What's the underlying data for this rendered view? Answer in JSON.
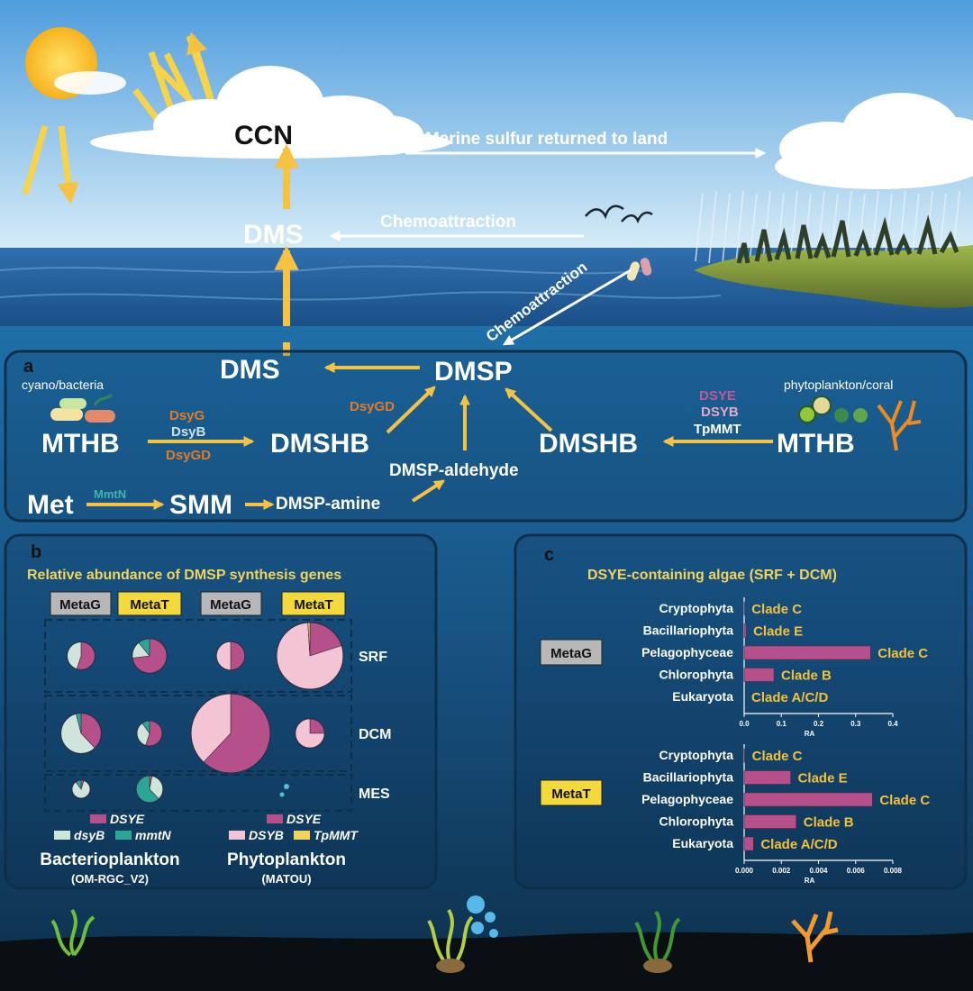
{
  "sky": {
    "ccn": "CCN",
    "dms_air": "DMS",
    "marine_sulfur": "Marine sulfur returned to land",
    "chemo_horizontal": "Chemoattraction",
    "chemo_diagonal": "Chemoattraction"
  },
  "panel_a": {
    "letter": "a",
    "left_group": "cyano/bacteria",
    "right_group": "phytoplankton/coral",
    "dms": "DMS",
    "dmsp": "DMSP",
    "mthb_left": "MTHB",
    "dmshb_left": "DMSHB",
    "dmshb_right": "DMSHB",
    "mthb_right": "MTHB",
    "dmsp_aldehyde": "DMSP-aldehyde",
    "met": "Met",
    "smm": "SMM",
    "dmsp_amine": "DMSP-amine",
    "enzymes_left": [
      "DsyG",
      "DsyB",
      "DsyGD"
    ],
    "enzyme_dsygd_up": "DsyGD",
    "enzymes_right": [
      "DSYE",
      "DSYB",
      "TpMMT"
    ],
    "enzyme_mmtn": "MmtN",
    "colors": {
      "arrow": "#f5c242",
      "dsyg": "#e07b28",
      "dsyb_bact": "#cde0ea",
      "mmtn": "#3fb5a6",
      "dsye": "#c05a9a",
      "dsyb_phyto": "#e3a8c6",
      "tpmmt": "#ffffff"
    }
  },
  "panel_b": {
    "letter": "b",
    "title": "Relative abundance of DMSP synthesis genes",
    "col_labels": [
      "MetaG",
      "MetaT",
      "MetaG",
      "MetaT"
    ],
    "row_labels": [
      "SRF",
      "DCM",
      "MES"
    ],
    "legend_bact": {
      "dsye": "DSYE",
      "dsyb": "dsyB",
      "mmtn": "mmtN"
    },
    "legend_phyto": {
      "dsye": "DSYE",
      "dsyb": "DSYB",
      "tpmmt": "TpMMT"
    },
    "group_bact": "Bacterioplankton",
    "group_bact_sub": "(OM-RGC_V2)",
    "group_phyto": "Phytoplankton",
    "group_phyto_sub": "(MATOU)",
    "colors": {
      "dsye": "#b5508b",
      "dsyb_bact": "#cfe5dc",
      "mmtn": "#2aa596",
      "dsyb_phyto": "#f2c4d4",
      "tpmmt": "#f3d35a"
    },
    "pies": [
      {
        "row": "SRF",
        "col": 0,
        "fractions": {
          "dsye": 0.55,
          "dsyb": 0.45,
          "mmtn": 0.0
        }
      },
      {
        "row": "SRF",
        "col": 1,
        "fractions": {
          "dsye": 0.73,
          "dsyb": 0.16,
          "mmtn": 0.11
        }
      },
      {
        "row": "SRF",
        "col": 2,
        "fractions": {
          "dsye": 0.5,
          "dsyb": 0.5,
          "tpmmt": 0.0
        }
      },
      {
        "row": "SRF",
        "col": 3,
        "fractions": {
          "dsye": 0.2,
          "dsyb": 0.79,
          "tpmmt": 0.01
        }
      },
      {
        "row": "DCM",
        "col": 0,
        "fractions": {
          "dsye": 0.38,
          "dsyb": 0.58,
          "mmtn": 0.04
        }
      },
      {
        "row": "DCM",
        "col": 1,
        "fractions": {
          "dsye": 0.55,
          "dsyb": 0.35,
          "mmtn": 0.1
        }
      },
      {
        "row": "DCM",
        "col": 2,
        "fractions": {
          "dsye": 0.62,
          "dsyb": 0.38,
          "tpmmt": 0.0
        }
      },
      {
        "row": "DCM",
        "col": 3,
        "fractions": {
          "dsye": 0.25,
          "dsyb": 0.75,
          "tpmmt": 0.0
        }
      },
      {
        "row": "MES",
        "col": 0,
        "fractions": {
          "dsye": 0.05,
          "dsyb": 0.85,
          "mmtn": 0.1
        }
      },
      {
        "row": "MES",
        "col": 1,
        "fractions": {
          "dsye": 0.03,
          "dsyb": 0.35,
          "mmtn": 0.62
        }
      }
    ],
    "pie_sizes": [
      {
        "row": "SRF",
        "col": 0,
        "relative": 0.42
      },
      {
        "row": "SRF",
        "col": 1,
        "relative": 0.52
      },
      {
        "row": "SRF",
        "col": 2,
        "relative": 0.43
      },
      {
        "row": "SRF",
        "col": 3,
        "relative": 1.0
      },
      {
        "row": "DCM",
        "col": 0,
        "relative": 0.51
      },
      {
        "row": "DCM",
        "col": 1,
        "relative": 0.32
      },
      {
        "row": "DCM",
        "col": 2,
        "relative": 1.0
      },
      {
        "row": "DCM",
        "col": 3,
        "relative": 0.37
      },
      {
        "row": "MES",
        "col": 0,
        "relative": 0.23
      },
      {
        "row": "MES",
        "col": 1,
        "relative": 0.34
      }
    ]
  },
  "chart_data": [
    {
      "type": "bar",
      "orientation": "horizontal",
      "panel": "c",
      "title": "DSYE-containing algae (SRF + DCM)",
      "group_label": "MetaG",
      "xlabel": "RA",
      "xlim": [
        0,
        0.4
      ],
      "xticks": [
        "0.0",
        "0.1",
        "0.2",
        "0.3",
        "0.4"
      ],
      "categories": [
        "Cryptophyta",
        "Bacillariophyta",
        "Pelagophyceae",
        "Chlorophyta",
        "Eukaryota"
      ],
      "values": [
        0.0005,
        0.005,
        0.34,
        0.08,
        0.0
      ],
      "bar_labels": [
        "Clade C",
        "Clade E",
        "Clade C",
        "Clade B",
        "Clade A/C/D"
      ],
      "color": "#b5508b"
    },
    {
      "type": "bar",
      "orientation": "horizontal",
      "panel": "c",
      "group_label": "MetaT",
      "xlabel": "RA",
      "xlim": [
        0,
        0.008
      ],
      "xticks": [
        "0.000",
        "0.002",
        "0.004",
        "0.006",
        "0.008"
      ],
      "categories": [
        "Cryptophyta",
        "Bacillariophyta",
        "Pelagophyceae",
        "Chlorophyta",
        "Eukaryota"
      ],
      "values": [
        3e-05,
        0.0025,
        0.0069,
        0.0028,
        0.0005
      ],
      "bar_labels": [
        "Clade C",
        "Clade E",
        "Clade C",
        "Clade B",
        "Clade A/C/D"
      ],
      "color": "#b5508b"
    }
  ],
  "panel_c": {
    "letter": "c"
  }
}
